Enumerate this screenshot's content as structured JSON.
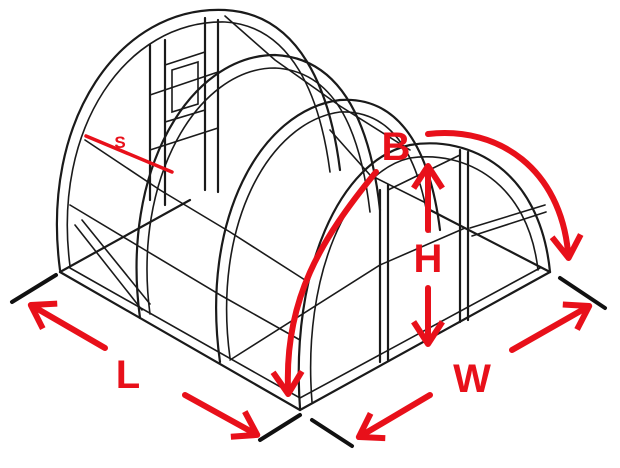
{
  "colors": {
    "frame": "#1a1a1a",
    "dimension": "#e8101a"
  },
  "labels": {
    "length": "L",
    "width": "W",
    "height": "H",
    "arc": "B",
    "spacing": "S"
  }
}
